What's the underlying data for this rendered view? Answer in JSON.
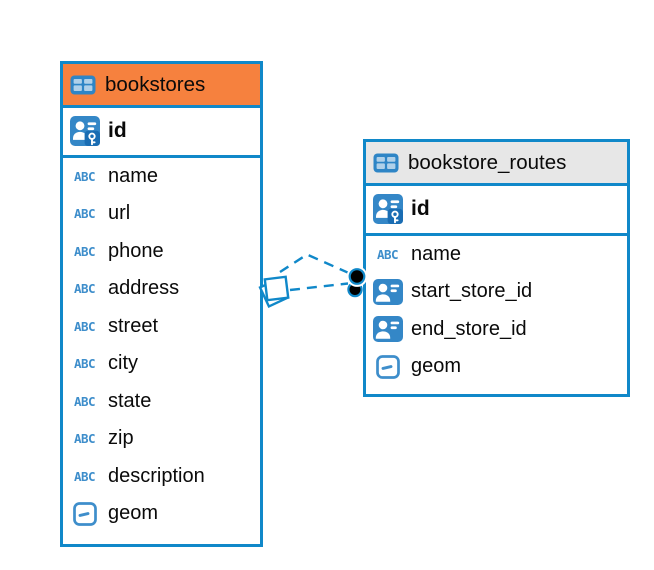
{
  "diagram": {
    "type": "entity-relationship",
    "background_color": "#ffffff"
  },
  "colors": {
    "table_border": "#1088c9",
    "bookstores_header_bg": "#f6813e",
    "routes_header_bg": "#e7e7e7",
    "field_icon_blue": "#3e8ecb",
    "relationship_line": "#1088c9",
    "relationship_dot_fill": "#000000",
    "text": "#0a0a0a"
  },
  "icons": {
    "table_icon": "table-icon",
    "primary_key_icon": "person-with-key-icon",
    "text_field_label": "ABC",
    "reference_icon": "person-card-icon",
    "geometry_icon": "rounded-square-dash-icon"
  },
  "tables": {
    "bookstores": {
      "title": "bookstores",
      "header_color": "#f6813e",
      "columns": [
        {
          "name": "id",
          "icon": "primary-key-icon"
        },
        {
          "name": "name",
          "icon": "text-field-icon"
        },
        {
          "name": "url",
          "icon": "text-field-icon"
        },
        {
          "name": "phone",
          "icon": "text-field-icon"
        },
        {
          "name": "address",
          "icon": "text-field-icon"
        },
        {
          "name": "street",
          "icon": "text-field-icon"
        },
        {
          "name": "city",
          "icon": "text-field-icon"
        },
        {
          "name": "state",
          "icon": "text-field-icon"
        },
        {
          "name": "zip",
          "icon": "text-field-icon"
        },
        {
          "name": "description",
          "icon": "text-field-icon"
        },
        {
          "name": "geom",
          "icon": "geometry-field-icon"
        }
      ]
    },
    "bookstore_routes": {
      "title": "bookstore_routes",
      "header_color": "#e7e7e7",
      "columns": [
        {
          "name": "id",
          "icon": "primary-key-icon"
        },
        {
          "name": "name",
          "icon": "text-field-icon"
        },
        {
          "name": "start_store_id",
          "icon": "reference-field-icon"
        },
        {
          "name": "end_store_id",
          "icon": "reference-field-icon"
        },
        {
          "name": "geom",
          "icon": "geometry-field-icon"
        }
      ]
    }
  },
  "relationships": [
    {
      "from_table": "bookstore_routes",
      "to_table": "bookstores",
      "line_style": "dashed",
      "marker_at_bookstores": "stacked-squares",
      "marker_at_routes": "filled-dot"
    },
    {
      "from_table": "bookstore_routes",
      "to_table": "bookstores",
      "line_style": "dashed",
      "marker_at_bookstores": "stacked-squares",
      "marker_at_routes": "filled-dot"
    }
  ]
}
